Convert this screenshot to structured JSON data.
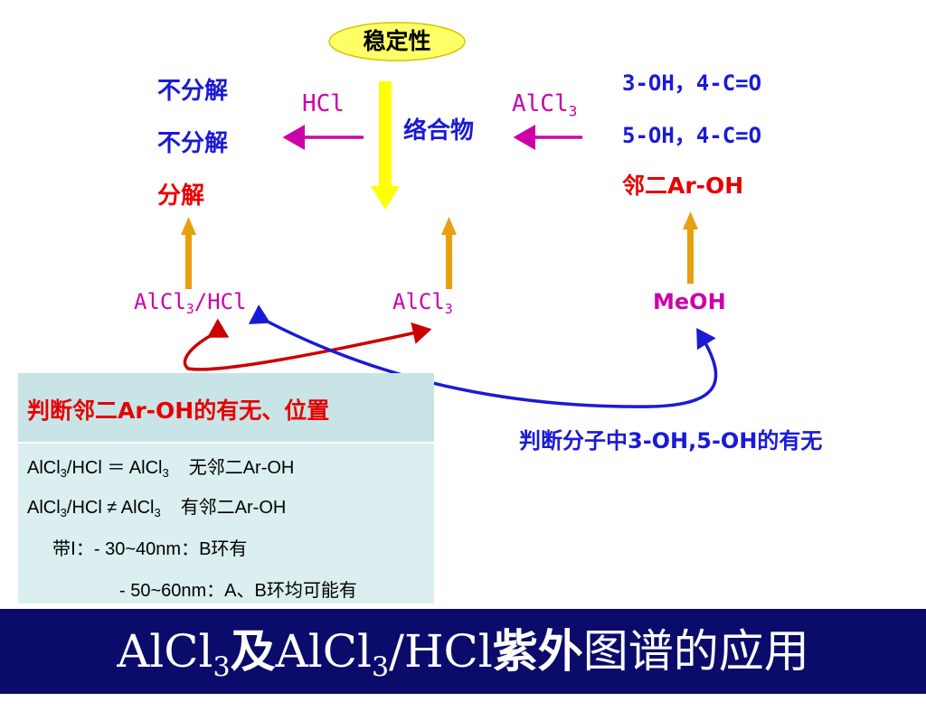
{
  "stability_label": "稳定性",
  "complex_label": "络合物",
  "hcl_label": "HCl",
  "alcl3_top": {
    "base": "AlCl",
    "sub": "3"
  },
  "left_results": [
    "不分解",
    "不分解",
    "分解"
  ],
  "right_conditions": [
    "3-OH，4-C=O",
    "5-OH，4-C=O",
    "邻二Ar-OH"
  ],
  "reagents": {
    "alcl3_hcl": {
      "base": "AlCl",
      "sub": "3",
      "tail": "/HCl"
    },
    "alcl3": {
      "base": "AlCl",
      "sub": "3"
    },
    "meoh": "MeOH"
  },
  "box": {
    "heading": "判断邻二Ar-OH的有无、位置",
    "row1": {
      "a": "AlCl",
      "a_sub": "3",
      "b": "/HCl ＝ AlCl",
      "b_sub": "3",
      "c": "无邻二Ar-OH"
    },
    "row2": {
      "a": "AlCl",
      "a_sub": "3",
      "b": "/HCl ≠ AlCl",
      "b_sub": "3",
      "c": "有邻二Ar-OH"
    },
    "row3": "带Ⅰ：- 30~40nm：B环有",
    "row4": "- 50~60nm：A、B环均可能有"
  },
  "right_note": "判断分子中3-OH,5-OH的有无",
  "footer": {
    "p1": "AlCl",
    "p1_sub": "3",
    "p2": "及",
    "p3": "AlCl",
    "p3_sub": "3",
    "p4": "/HCl",
    "p5": "紫外",
    "p6": "图谱的应用"
  },
  "colors": {
    "blue": "#1a1ad6",
    "red": "#e60000",
    "magenta": "#cc00aa",
    "yellow": "#ffff00",
    "orange": "#e8a010",
    "footer": "#0b0b6b",
    "box": "#dbeef0"
  }
}
